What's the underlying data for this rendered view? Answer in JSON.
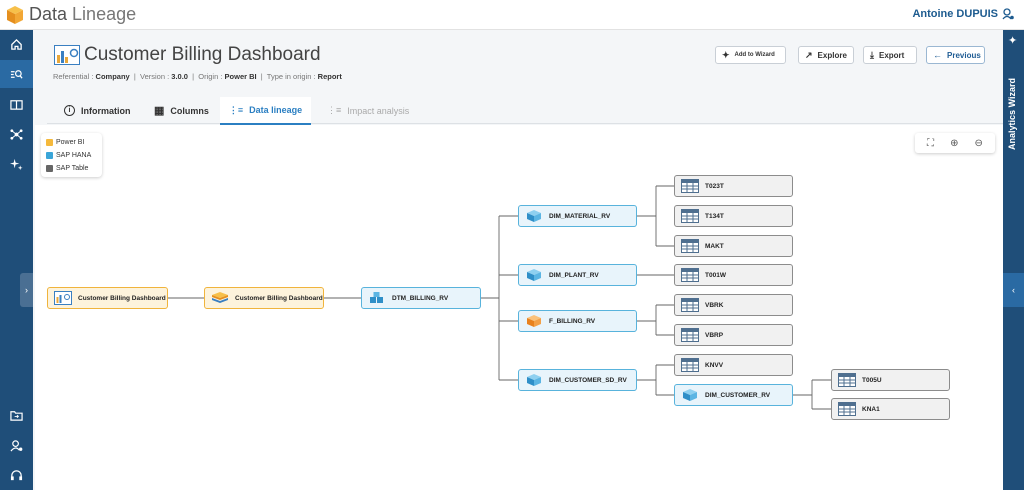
{
  "app": {
    "title_main": "Data",
    "title_sub": "Lineage",
    "user": "Antoine DUPUIS"
  },
  "page": {
    "title": "Customer Billing Dashboard",
    "meta": {
      "referential_label": "Referential :",
      "referential": "Company",
      "version_label": "Version :",
      "version": "3.0.0",
      "origin_label": "Origin :",
      "origin": "Power BI",
      "type_label": "Type in origin :",
      "type": "Report"
    }
  },
  "actions": {
    "wizard": "Add to Wizard",
    "explore": "Explore",
    "export": "Export",
    "previous": "Previous"
  },
  "tabs": {
    "information": "Information",
    "columns": "Columns",
    "lineage": "Data lineage",
    "impact": "Impact analysis"
  },
  "wizard_rail": {
    "label": "Analytics Wizard"
  },
  "legend": [
    {
      "label": "Power BI",
      "color": "#f5b93c"
    },
    {
      "label": "SAP HANA",
      "color": "#3aa5d8"
    },
    {
      "label": "SAP Table",
      "color": "#666666"
    }
  ],
  "nodes": {
    "n1": "Customer Billing Dashboard",
    "n2": "Customer Billing Dashboard",
    "n3": "DTM_BILLING_RV",
    "n4": "DIM_MATERIAL_RV",
    "n5": "DIM_PLANT_RV",
    "n6": "F_BILLING_RV",
    "n7": "DIM_CUSTOMER_SD_RV",
    "t1": "T023T",
    "t2": "T134T",
    "t3": "MAKT",
    "t4": "T001W",
    "t5": "VBRK",
    "t6": "VBRP",
    "t7": "KNVV",
    "n8": "DIM_CUSTOMER_RV",
    "t8": "T005U",
    "t9": "KNA1"
  }
}
